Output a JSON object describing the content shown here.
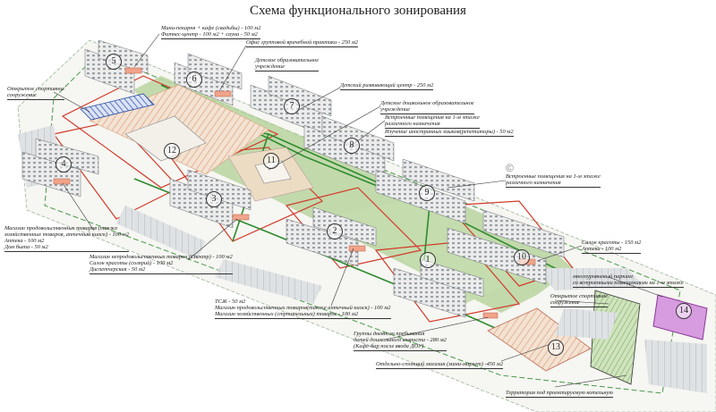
{
  "title": "Схема функционального зонирования",
  "watermark": "©",
  "colors": {
    "green_zone": "#b8d4a0",
    "green_path": "#2e8b2e",
    "red_outline": "#d23a2a",
    "courtyard": "#f2dccb",
    "hatch": "#e6b493",
    "sport_blue": "#3a5bb8",
    "kindergarten_bg": "#ecdcc4",
    "building_purple": "#c070c8",
    "parking_grey": "#c8ccd0"
  },
  "buildings": [
    {
      "num": "1"
    },
    {
      "num": "2"
    },
    {
      "num": "3"
    },
    {
      "num": "4"
    },
    {
      "num": "5"
    },
    {
      "num": "6"
    },
    {
      "num": "7"
    },
    {
      "num": "8"
    },
    {
      "num": "9"
    },
    {
      "num": "10"
    },
    {
      "num": "11"
    },
    {
      "num": "12"
    },
    {
      "num": "13"
    },
    {
      "num": "14"
    }
  ],
  "labels": {
    "fitness": [
      "Мини-пекарня + кафе (свадьбы) - 100 м2",
      "Фитнес-центр - 100 м2 + сауна - 50 м2"
    ],
    "office": [
      "Офис групповой врачебной практики - 250 м2"
    ],
    "kindergarten1": [
      "Детское образовательное",
      "учреждение"
    ],
    "sport_open1": [
      "Открытое спортивное",
      "сооружение"
    ],
    "dev_center": [
      "Детский развивающий центр - 250 м2"
    ],
    "kindergarten2": [
      "Детское дошкольное образовательное",
      "учреждение"
    ],
    "builtin1": [
      "Встроенные помещения на 1-м этаже",
      "различного назначения"
    ],
    "language": [
      "Изучение иностранных языков(репетиторы) - 50 м2"
    ],
    "builtin2": [
      "Встроенные помещения на 1-м этаже",
      "различного назначения"
    ],
    "shops_left": [
      "Магазин продовольственных товаров (также",
      "хозяйственных товаров, аптечный киоск) - 100 м2",
      "Аптека - 100 м2",
      "Дом быта - 50 м2"
    ],
    "beauty_right": [
      "Салон красоты - 150 м2",
      "Аптека - 100 м2"
    ],
    "shops_mid": [
      "Магазин непродовольственных товаров (Спектр) - 100 м2",
      "Салон красоты (солярий) - 100 м2",
      "Диспетчерская - 50 м2"
    ],
    "parking": [
      "многоуровневый паркинг",
      "со встроенными помещениями на 1-м этаже"
    ],
    "sport_open2": [
      "Открытое спортивное",
      "сооружение"
    ],
    "tsj": [
      "ТСЖ - 50 м2",
      "Магазин продовольственных товаров(также аптечный киоск) - 100 м2",
      "Магазин хозяйственных (строительных) товаров - 100 м2"
    ],
    "daycare": [
      "Группы дневного пребывания",
      "детей дошкольного возраста - 280 м2",
      "(Кафе-бар после ввода ДОУ)"
    ],
    "supermarket": [
      "Отдельно-стоящий магазин (мини-маркет) -450 м2"
    ],
    "boiler": [
      "Территория под проектируемую котельную"
    ]
  }
}
